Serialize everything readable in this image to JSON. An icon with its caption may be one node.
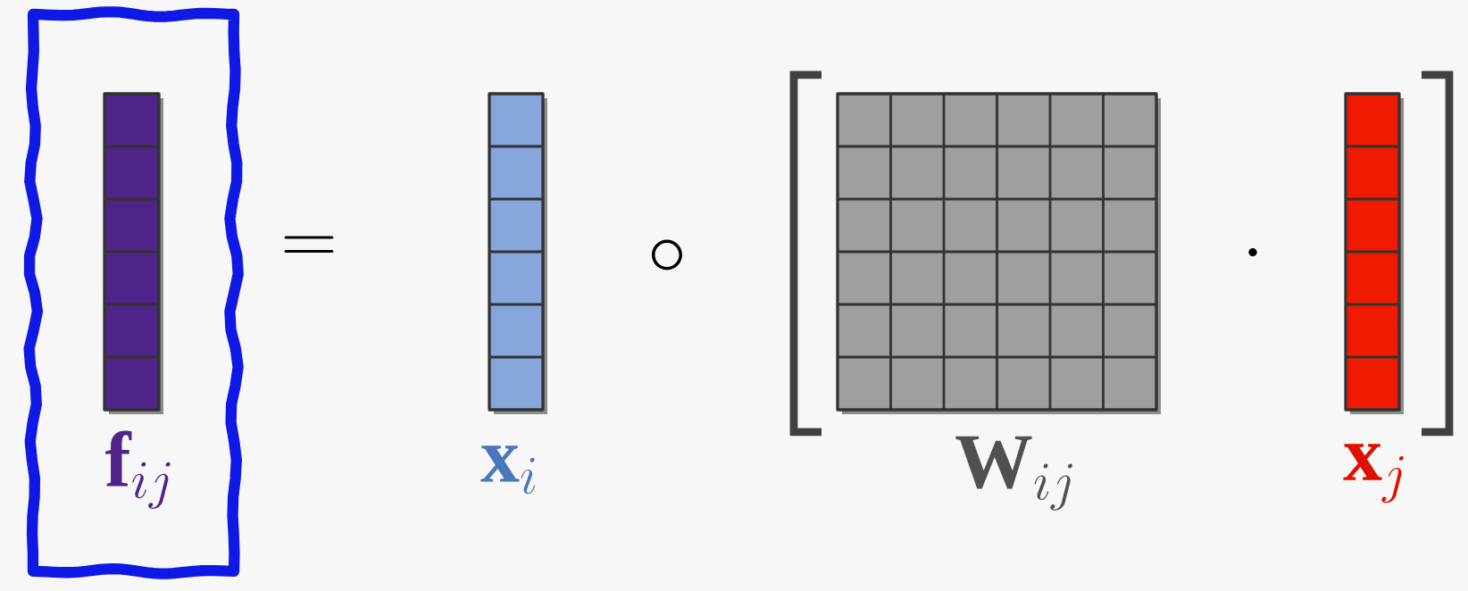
{
  "diagram": {
    "nodes": [
      {
        "text": [],
        "shape": "box"
      },
      {
        "text": [
          "\\mathbf{f}_{ij}"
        ],
        "in": 0
      },
      {
        "text": [
          "\\mathbf{x}_{i}"
        ]
      },
      {
        "text": [
          "\\mathbf{W}_{ij}"
        ]
      },
      {
        "text": [
          "\\mathbf{x}_{j}"
        ]
      }
    ],
    "labels": [
      "=",
      "\\circ",
      "\\cdot"
    ]
  }
}
